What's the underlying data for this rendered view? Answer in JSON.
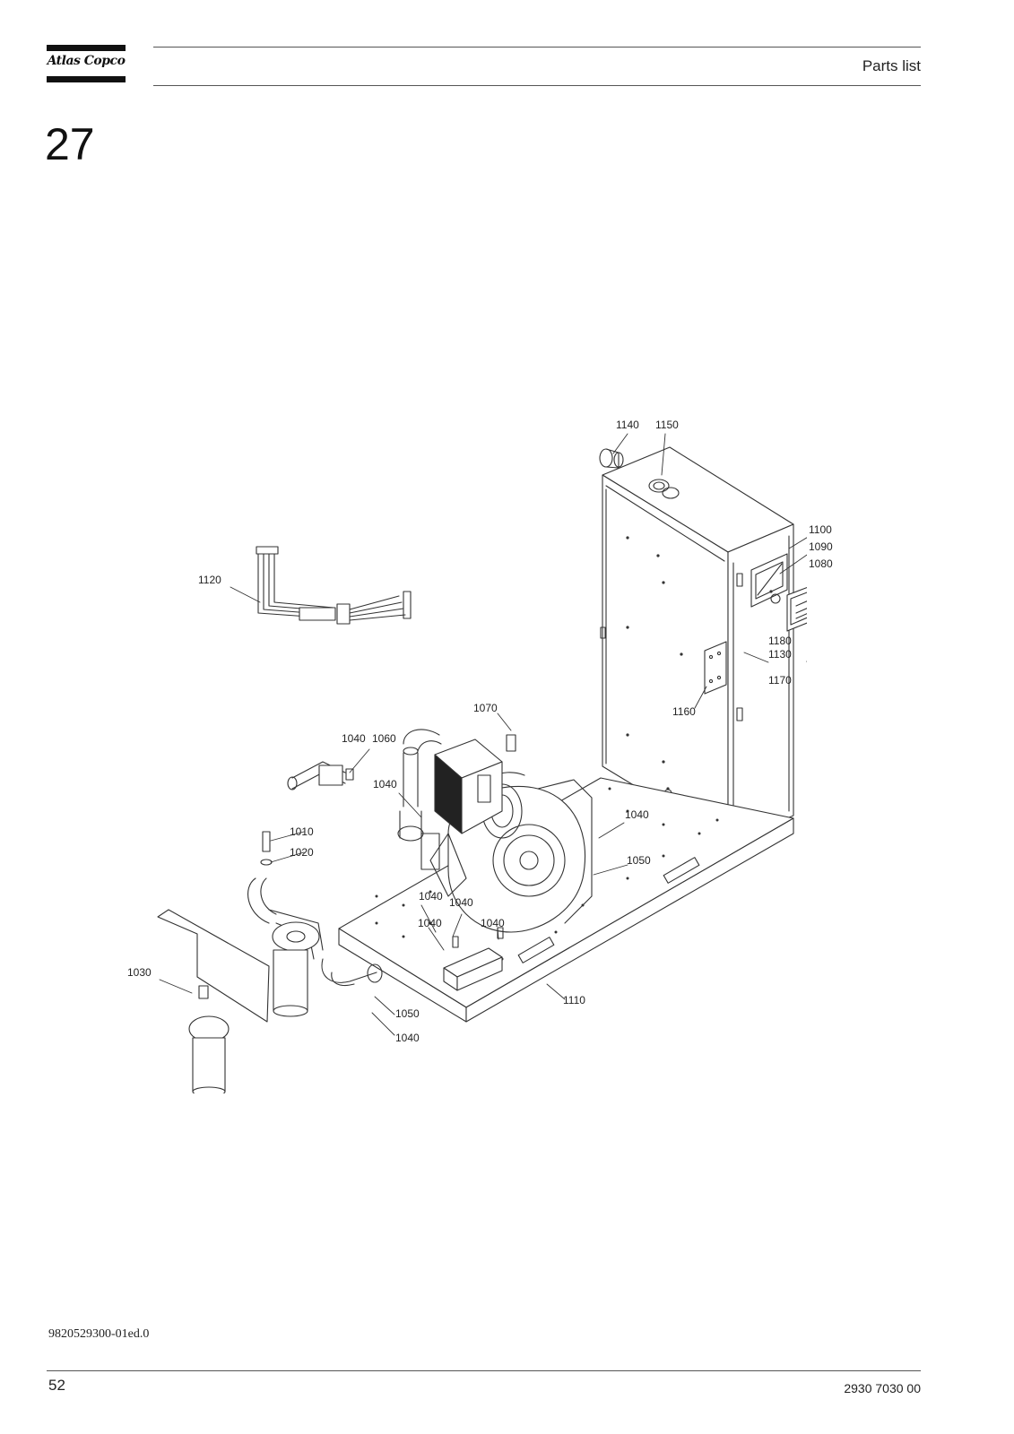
{
  "header": {
    "logo_text": "Atlas Copco",
    "section_title": "Parts list"
  },
  "chapter_number": "27",
  "callouts": [
    {
      "id": "c1140",
      "label": "1140"
    },
    {
      "id": "c1150",
      "label": "1150"
    },
    {
      "id": "c1100",
      "label": "1100"
    },
    {
      "id": "c1090",
      "label": "1090"
    },
    {
      "id": "c1080",
      "label": "1080"
    },
    {
      "id": "c1120",
      "label": "1120"
    },
    {
      "id": "c1180",
      "label": "1180"
    },
    {
      "id": "c1130",
      "label": "1130"
    },
    {
      "id": "c1170",
      "label": "1170"
    },
    {
      "id": "c1160",
      "label": "1160"
    },
    {
      "id": "c1070",
      "label": "1070"
    },
    {
      "id": "c1040a",
      "label": "1040"
    },
    {
      "id": "c1060",
      "label": "1060"
    },
    {
      "id": "c1040b",
      "label": "1040"
    },
    {
      "id": "c1040c",
      "label": "1040"
    },
    {
      "id": "c1010",
      "label": "1010"
    },
    {
      "id": "c1020",
      "label": "1020"
    },
    {
      "id": "c1050a",
      "label": "1050"
    },
    {
      "id": "c1040d",
      "label": "1040"
    },
    {
      "id": "c1040e",
      "label": "1040"
    },
    {
      "id": "c1040f",
      "label": "1040"
    },
    {
      "id": "c1040g",
      "label": "1040"
    },
    {
      "id": "c1030",
      "label": "1030"
    },
    {
      "id": "c1110",
      "label": "1110"
    },
    {
      "id": "c1050b",
      "label": "1050"
    },
    {
      "id": "c1040h",
      "label": "1040"
    }
  ],
  "footer": {
    "document_id": "9820529300-01ed.0",
    "page_number": "52",
    "document_number": "2930 7030 00"
  }
}
